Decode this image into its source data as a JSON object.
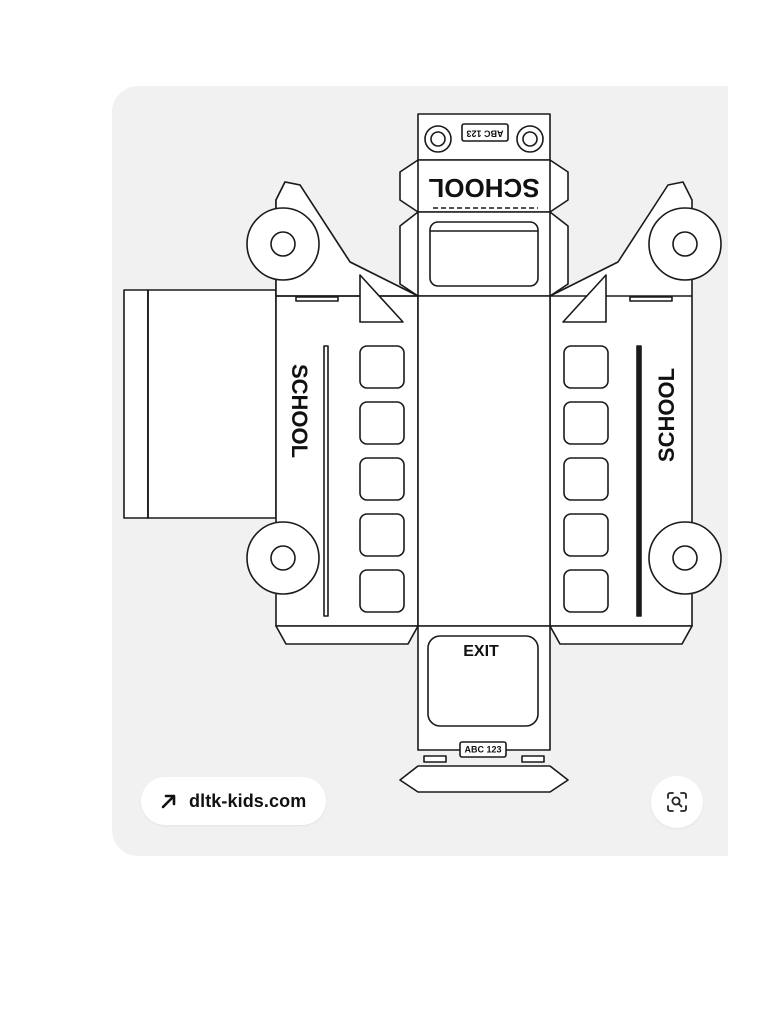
{
  "image": {
    "school_label_top": "SCHOOL",
    "school_label_left": "SCHOOL",
    "school_label_right": "SCHOOL",
    "plate_top": "ABC 123",
    "plate_bottom": "ABC 123",
    "exit_label": "EXIT"
  },
  "source": {
    "label": "dltk-kids.com",
    "icon": "arrow-up-right-icon"
  },
  "actions": {
    "visual_search_icon": "visual-search-icon"
  },
  "colors": {
    "card_bg": "#f1f1f1",
    "line": "#1a1a1a"
  }
}
